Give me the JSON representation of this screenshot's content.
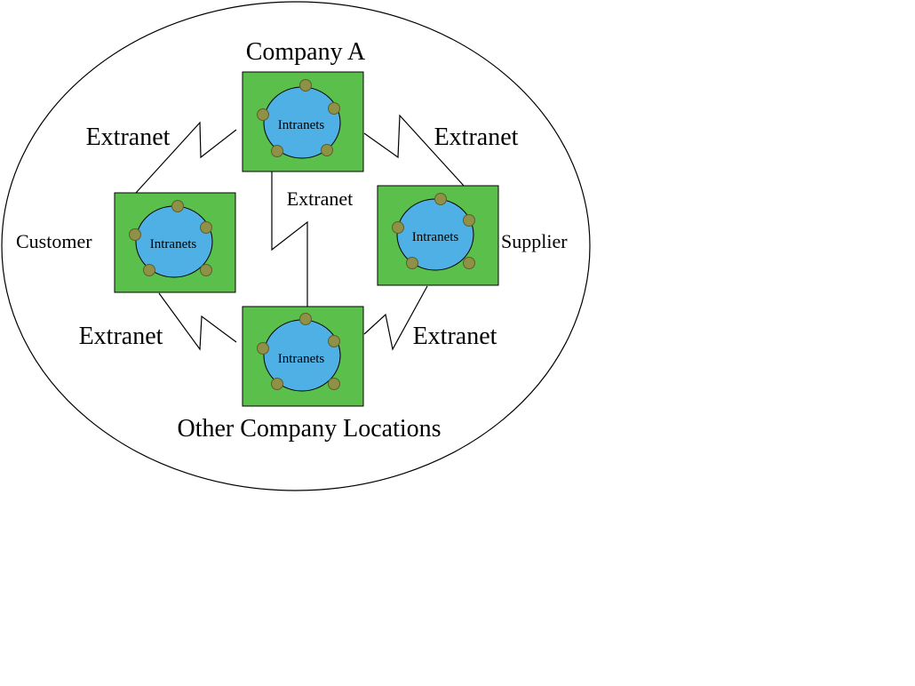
{
  "nodes": {
    "company_a": {
      "title": "Company A",
      "inner_label": "Intranets"
    },
    "customer": {
      "title": "Customer",
      "inner_label": "Intranets"
    },
    "supplier": {
      "title": "Supplier",
      "inner_label": "Intranets"
    },
    "other": {
      "title": "Other Company Locations",
      "inner_label": "Intranets"
    }
  },
  "links": {
    "customer_company_a": "Extranet",
    "company_a_supplier": "Extranet",
    "company_a_other": "Extranet",
    "customer_other": "Extranet",
    "supplier_other": "Extranet"
  },
  "colors": {
    "node_fill": "#5bbf4c",
    "intranet_fill": "#4fb0e6",
    "node_dot": "#8f9146",
    "outline": "#000000",
    "background": "#ffffff"
  }
}
